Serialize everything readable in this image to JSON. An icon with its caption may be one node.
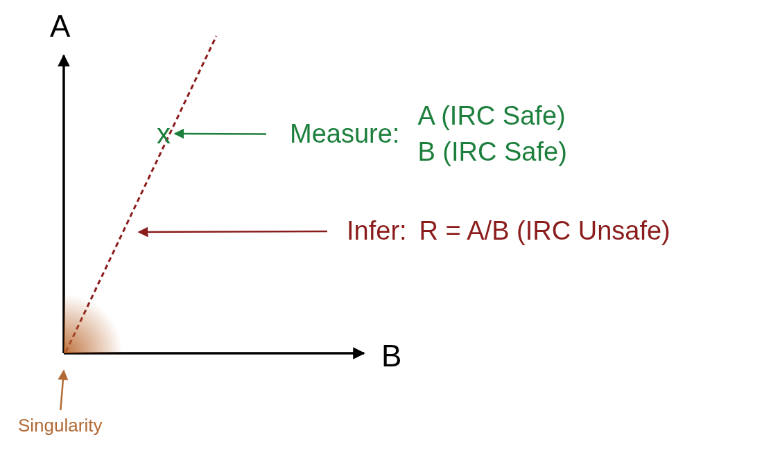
{
  "diagram": {
    "nodes": [
      {
        "text": [
          "x"
        ]
      },
      {
        "text": [
          "Measure:",
          "A (IRC Safe)",
          "B (IRC Safe)"
        ]
      },
      {
        "text": [
          "Infer:",
          "R = A/B (IRC Unsafe)"
        ]
      },
      {
        "text": [
          "Singularity"
        ]
      },
      {
        "text": [],
        "shape": "circle"
      }
    ],
    "edges": [
      {
        "from": 1,
        "to": 0,
        "arrow": "to",
        "color": "#1c7f3c"
      },
      {
        "from": 2,
        "to": null,
        "arrow": "to",
        "color": "#8b1c1c"
      },
      {
        "from": 3,
        "to": 4,
        "arrow": "to",
        "color": "#b26a35"
      }
    ],
    "labels": [
      "A",
      "B"
    ]
  }
}
